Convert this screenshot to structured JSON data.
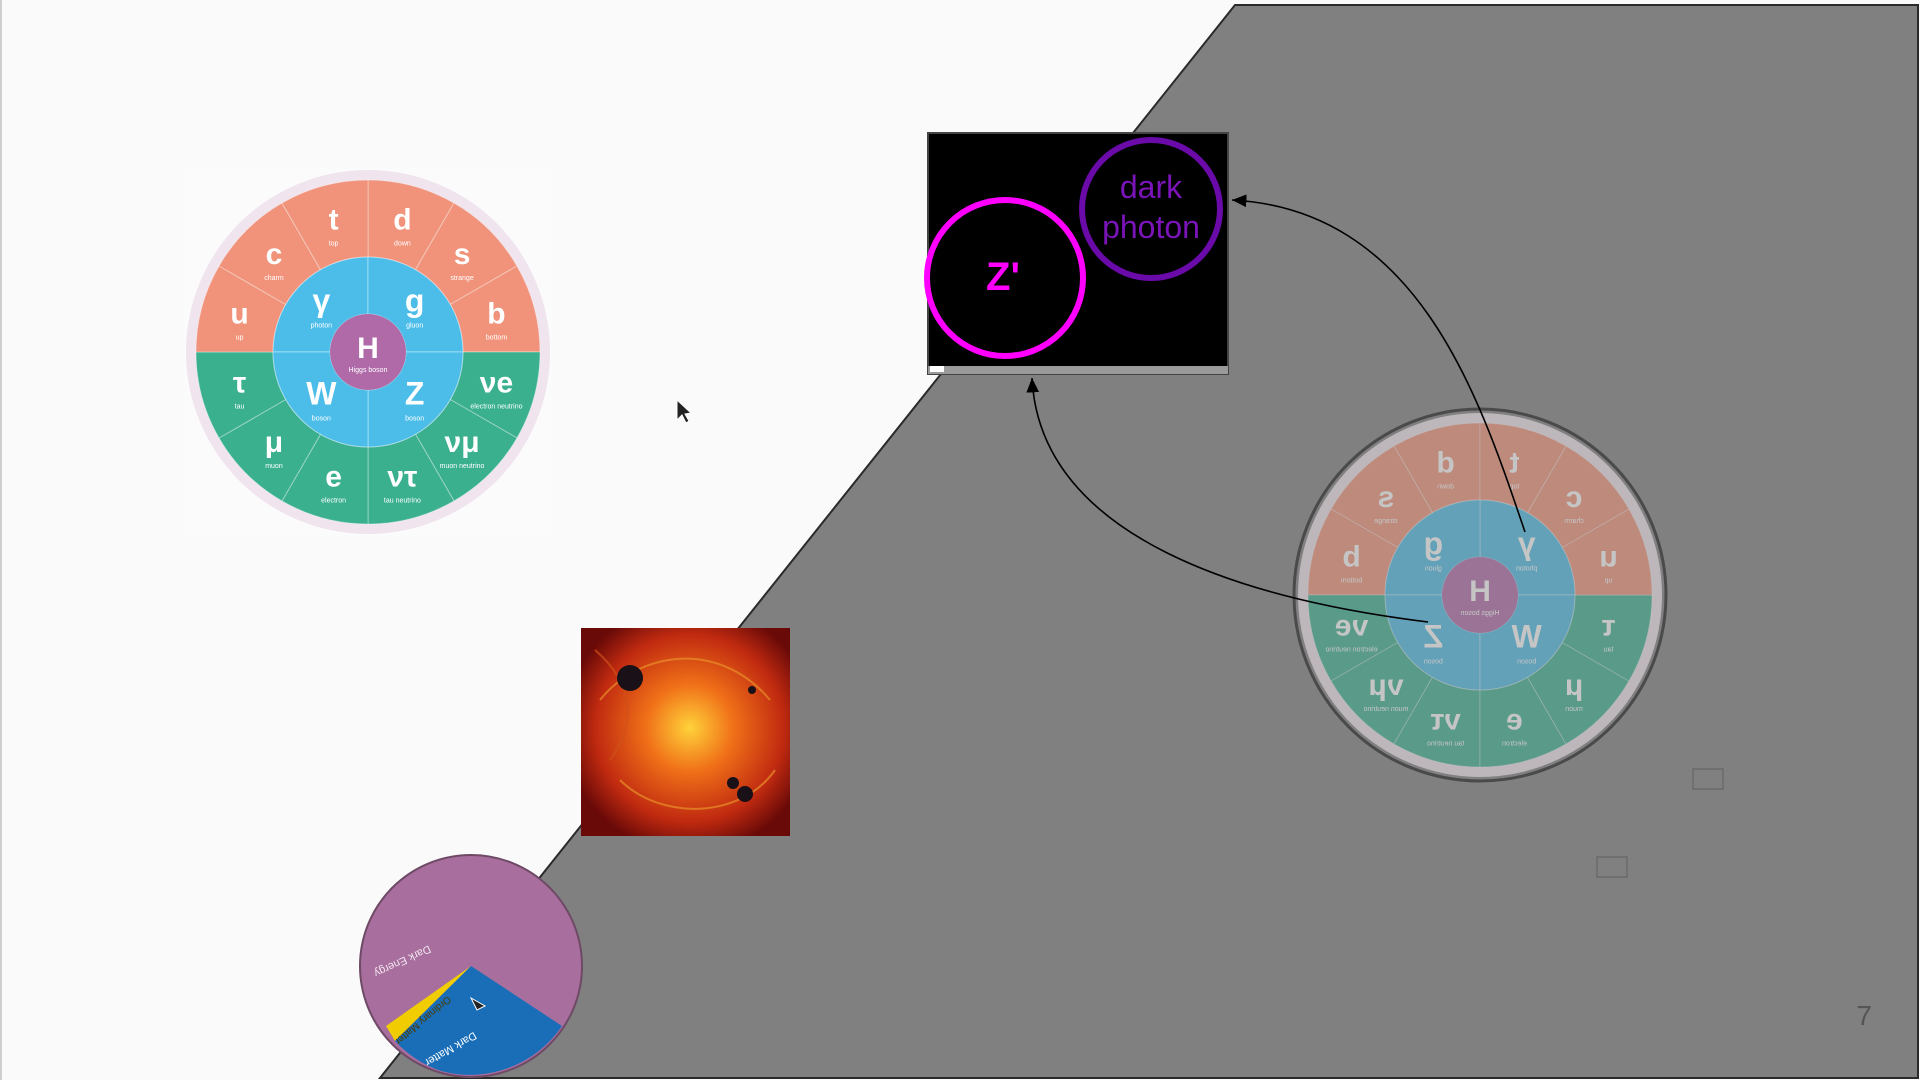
{
  "slide": {
    "page_number": "7",
    "background_color": "#fafafa",
    "panel_color": "#808080"
  },
  "standard_model": {
    "center": {
      "symbol": "H",
      "name": "Higgs boson"
    },
    "bosons": [
      {
        "symbol": "γ",
        "name": "photon"
      },
      {
        "symbol": "g",
        "name": "gluon"
      },
      {
        "symbol": "Z",
        "name": "boson",
        "prefix": "Z"
      },
      {
        "symbol": "W",
        "name": "boson",
        "prefix": "W"
      }
    ],
    "fermions": [
      {
        "symbol": "d",
        "name": "down"
      },
      {
        "symbol": "s",
        "name": "strange"
      },
      {
        "symbol": "b",
        "name": "bottom"
      },
      {
        "symbol": "νe",
        "name": "electron neutrino"
      },
      {
        "symbol": "νμ",
        "name": "muon neutrino"
      },
      {
        "symbol": "ντ",
        "name": "tau neutrino"
      },
      {
        "symbol": "e",
        "name": "electron"
      },
      {
        "symbol": "μ",
        "name": "muon"
      },
      {
        "symbol": "τ",
        "name": "tau"
      },
      {
        "symbol": "u",
        "name": "up"
      },
      {
        "symbol": "c",
        "name": "charm"
      },
      {
        "symbol": "t",
        "name": "top"
      }
    ],
    "colors": {
      "quark": "#f0937a",
      "lepton": "#3ab08f",
      "boson": "#4cbde9",
      "higgs": "#b06aa8",
      "rim": "#f0e4ee"
    }
  },
  "dark_sector_image": {
    "z_prime_label": "Z'",
    "dark_photon_line1": "dark",
    "dark_photon_line2": "photon",
    "z_color": "#ff00ff",
    "dark_photon_color": "#6a0aa8"
  },
  "pie_chart": {
    "labels": [
      "Dark Energy",
      "Ordinary Matter",
      "Dark Matter"
    ],
    "colors": [
      "#a76e9e",
      "#f0cc00",
      "#1a6eb8"
    ]
  }
}
